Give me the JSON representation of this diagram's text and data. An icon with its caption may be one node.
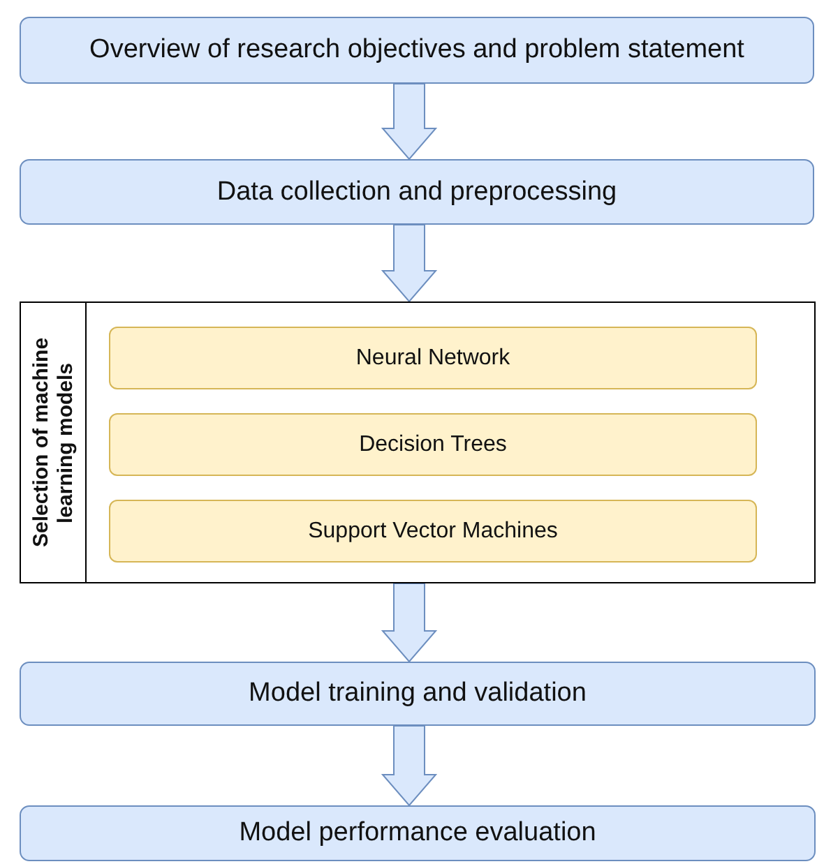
{
  "diagram": {
    "nodes": [
      {
        "text": [
          "Overview of research objectives and problem statement"
        ]
      },
      {
        "text": [
          "Data collection and preprocessing"
        ]
      },
      {
        "text": [
          "Selection of machine learning models"
        ]
      },
      {
        "text": [
          "Neural Network"
        ],
        "in": 2
      },
      {
        "text": [
          "Decision Trees"
        ],
        "in": 2
      },
      {
        "text": [
          "Support Vector Machines"
        ],
        "in": 2
      },
      {
        "text": [
          "Model training and validation"
        ]
      },
      {
        "text": [
          "Model performance evaluation"
        ]
      }
    ],
    "edges": [
      {
        "from": 0,
        "to": 1,
        "arrow": "to"
      },
      {
        "from": 1,
        "to": 2,
        "arrow": "to"
      },
      {
        "from": 2,
        "to": 6,
        "arrow": "to"
      },
      {
        "from": 6,
        "to": 7,
        "arrow": "to"
      }
    ]
  }
}
